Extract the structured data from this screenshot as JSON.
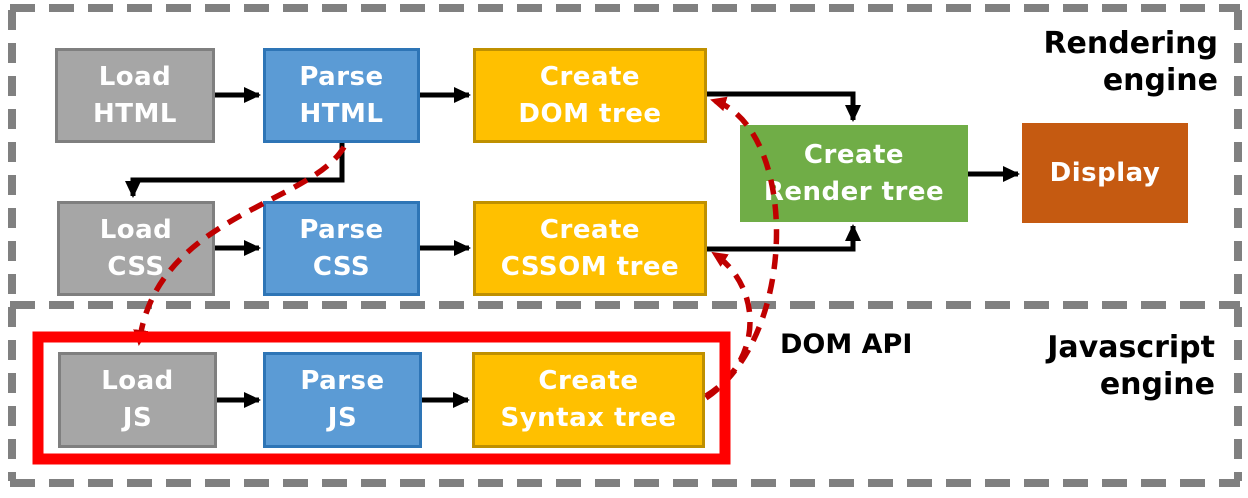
{
  "sections": {
    "rendering": {
      "label": "Rendering\nengine"
    },
    "javascript": {
      "label": "Javascript\nengine"
    }
  },
  "boxes": {
    "load_html": {
      "label": "Load\nHTML"
    },
    "parse_html": {
      "label": "Parse\nHTML"
    },
    "create_dom": {
      "label": "Create\nDOM tree"
    },
    "load_css": {
      "label": "Load\nCSS"
    },
    "parse_css": {
      "label": "Parse\nCSS"
    },
    "create_cssom": {
      "label": "Create\nCSSOM tree"
    },
    "load_js": {
      "label": "Load\nJS"
    },
    "parse_js": {
      "label": "Parse\nJS"
    },
    "create_syntax": {
      "label": "Create\nSyntax tree"
    },
    "render_tree": {
      "label": "Create\nRender tree"
    },
    "display": {
      "label": "Display"
    }
  },
  "annotations": {
    "dom_api": "DOM API"
  },
  "colors": {
    "gray_box": "#A6A6A6",
    "gray_box_border": "#7F7F7F",
    "blue_box": "#5B9BD5",
    "blue_box_border": "#2E75B6",
    "yellow_box": "#FFC000",
    "yellow_box_border": "#BF9000",
    "green_box": "#70AD47",
    "orange_box": "#C55A11",
    "highlight_rect_red": "#FF0000",
    "dashed_arrow_red": "#C00000",
    "arrow_black": "#000000",
    "section_border_gray": "#808080",
    "box_label_text": "#FFFFFF",
    "title_text": "#000000"
  }
}
